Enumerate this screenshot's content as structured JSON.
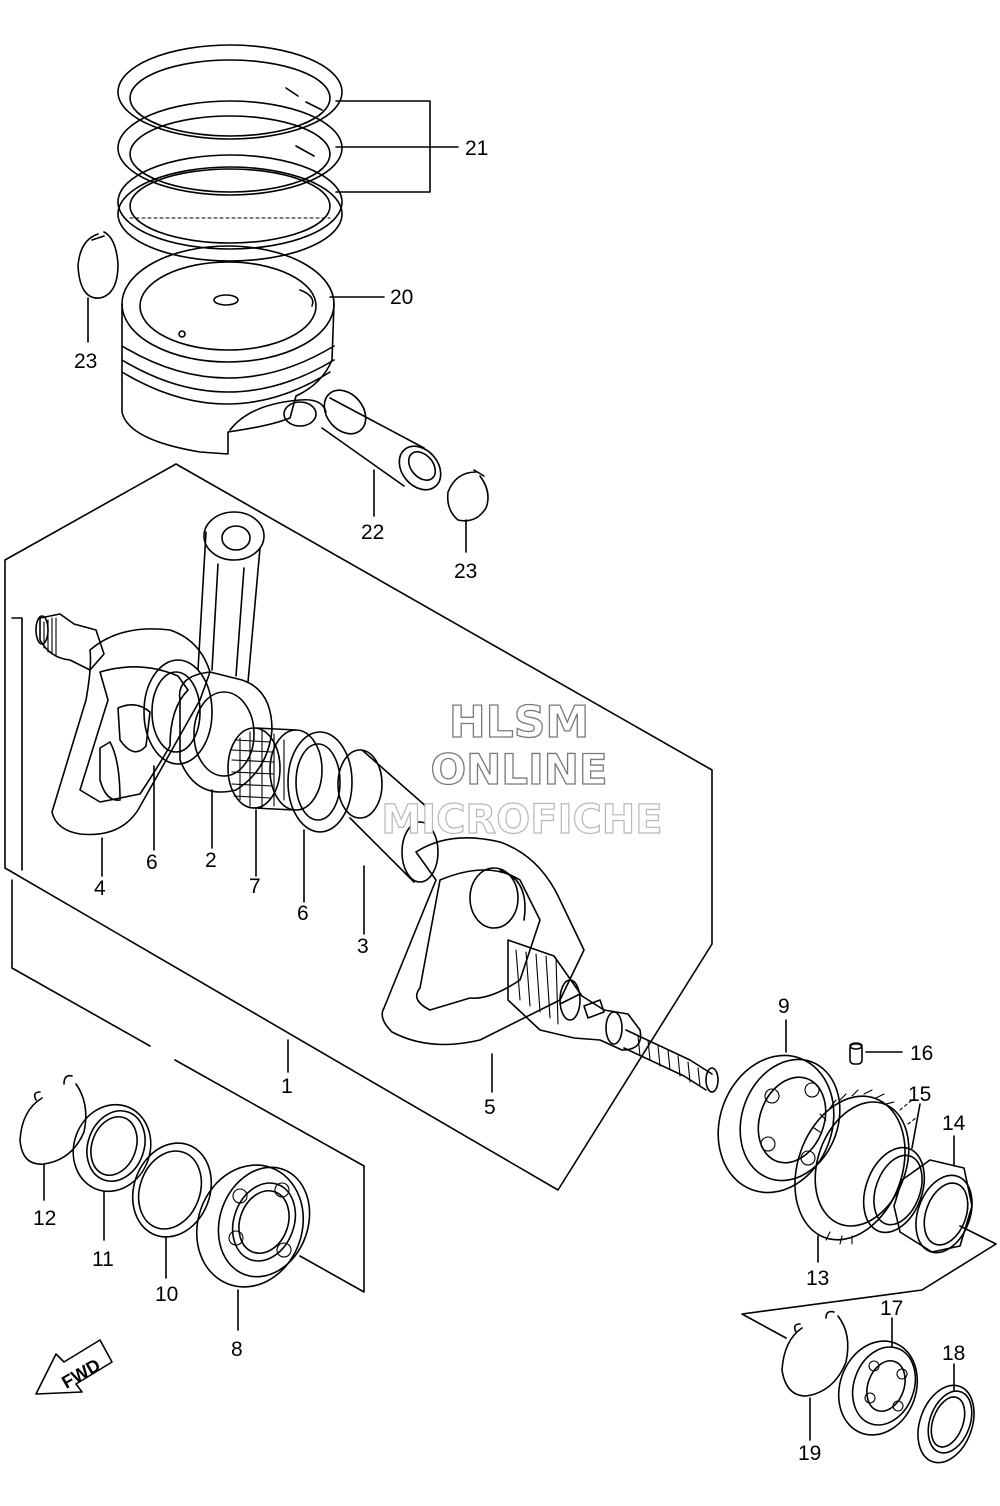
{
  "labels": {
    "p1": "1",
    "p2": "2",
    "p3": "3",
    "p4": "4",
    "p5": "5",
    "p6a": "6",
    "p6b": "6",
    "p7": "7",
    "p8": "8",
    "p9": "9",
    "p10": "10",
    "p11": "11",
    "p12": "12",
    "p13": "13",
    "p14": "14",
    "p15": "15",
    "p16": "16",
    "p17": "17",
    "p18": "18",
    "p19": "19",
    "p20": "20",
    "p21": "21",
    "p22": "22",
    "p23a": "23",
    "p23b": "23"
  },
  "watermark": {
    "line1": "HLSM",
    "line2": "ONLINE",
    "line3": "MICROFICHE"
  },
  "direction_badge": "FWD"
}
